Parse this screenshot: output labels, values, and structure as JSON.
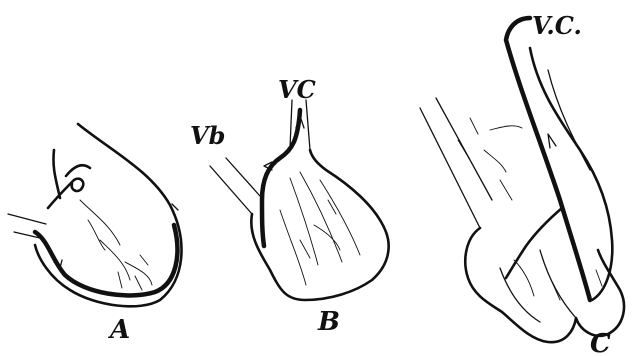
{
  "figure": {
    "labels": {
      "a": "A",
      "b": "B",
      "c": "C",
      "vb": "Vb",
      "vc_b": "VC",
      "vc_c": "V.C."
    }
  }
}
